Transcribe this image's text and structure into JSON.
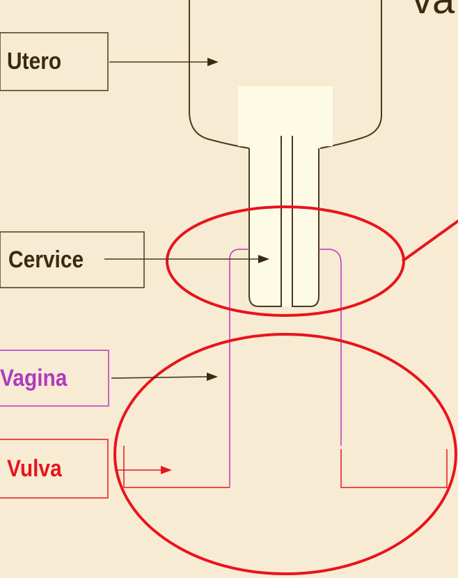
{
  "labels": {
    "utero": "Utero",
    "cervice": "Cervice",
    "vagina": "Vagina",
    "vulva": "Vulva"
  },
  "top_right_text": "va",
  "colors": {
    "background": "#f7ebd3",
    "anatomy_outline": "#4a3820",
    "cervix_fill": "#fdfbe6",
    "vagina": "#b03ac0",
    "highlight": "#e8141c",
    "label_dark": "#3a2a12"
  }
}
